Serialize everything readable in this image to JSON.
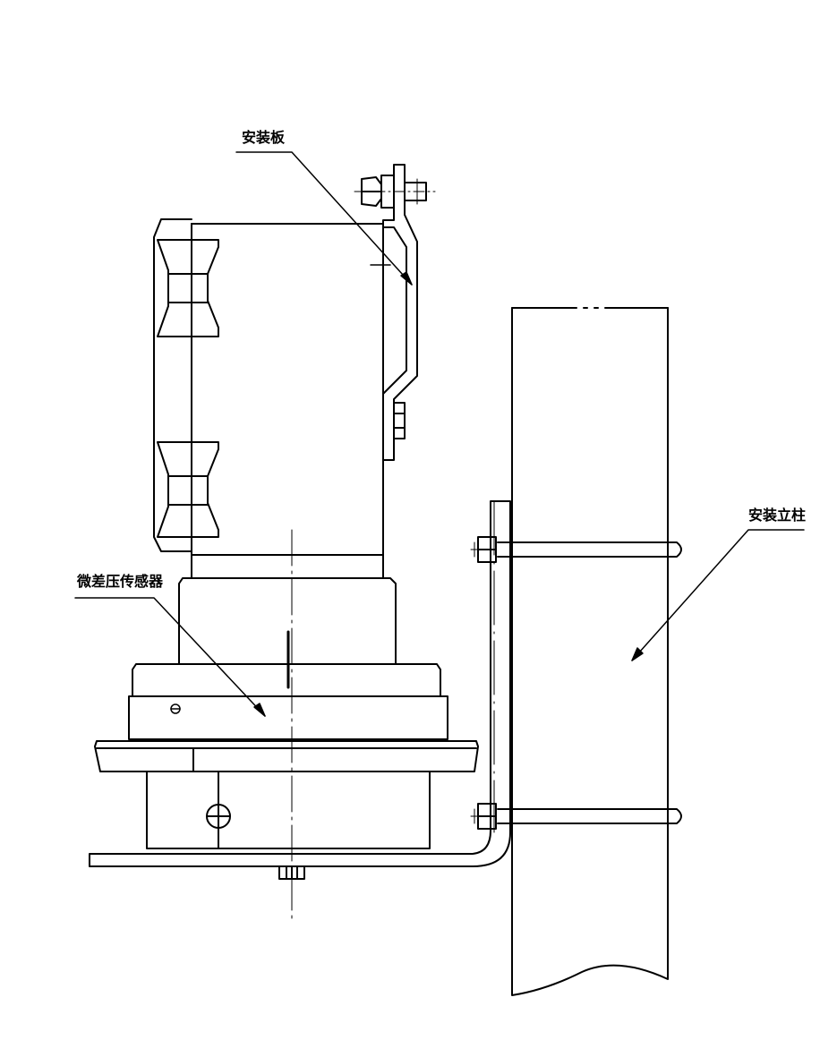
{
  "labels": {
    "mounting_plate": "安装板",
    "mounting_post": "安装立柱",
    "sensor": "微差压传感器"
  },
  "colors": {
    "line": "#000000",
    "background": "#ffffff"
  }
}
